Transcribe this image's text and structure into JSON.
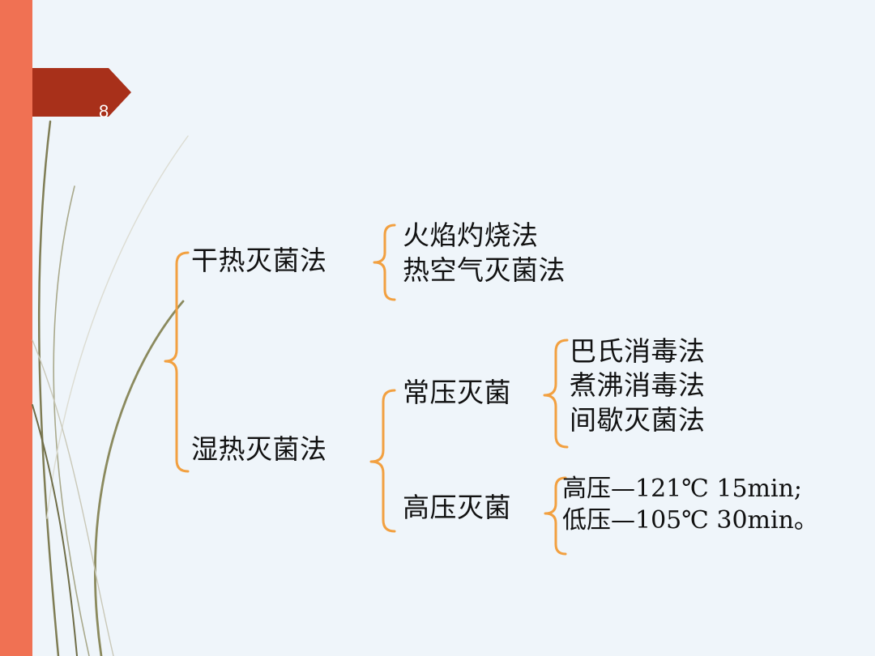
{
  "slide": {
    "page_number": "8",
    "colors": {
      "background": "#eff5fa",
      "left_bar": "#f07153",
      "page_tag": "#a8301a",
      "bracket": "#f2a040",
      "text": "#111111",
      "decor_lines": "#8b8a5e"
    }
  },
  "tree": {
    "dry_heat": {
      "label": "干热灭菌法",
      "methods": [
        "火焰灼烧法",
        "热空气灭菌法"
      ]
    },
    "moist_heat": {
      "label": "湿热灭菌法",
      "normal_pressure": {
        "label": "常压灭菌",
        "methods": [
          "巴氏消毒法",
          "煮沸消毒法",
          "间歇灭菌法"
        ]
      },
      "high_pressure": {
        "label": "高压灭菌",
        "conditions": [
          "高压—121℃ 15min;",
          "低压—105℃ 30min。"
        ]
      }
    }
  }
}
